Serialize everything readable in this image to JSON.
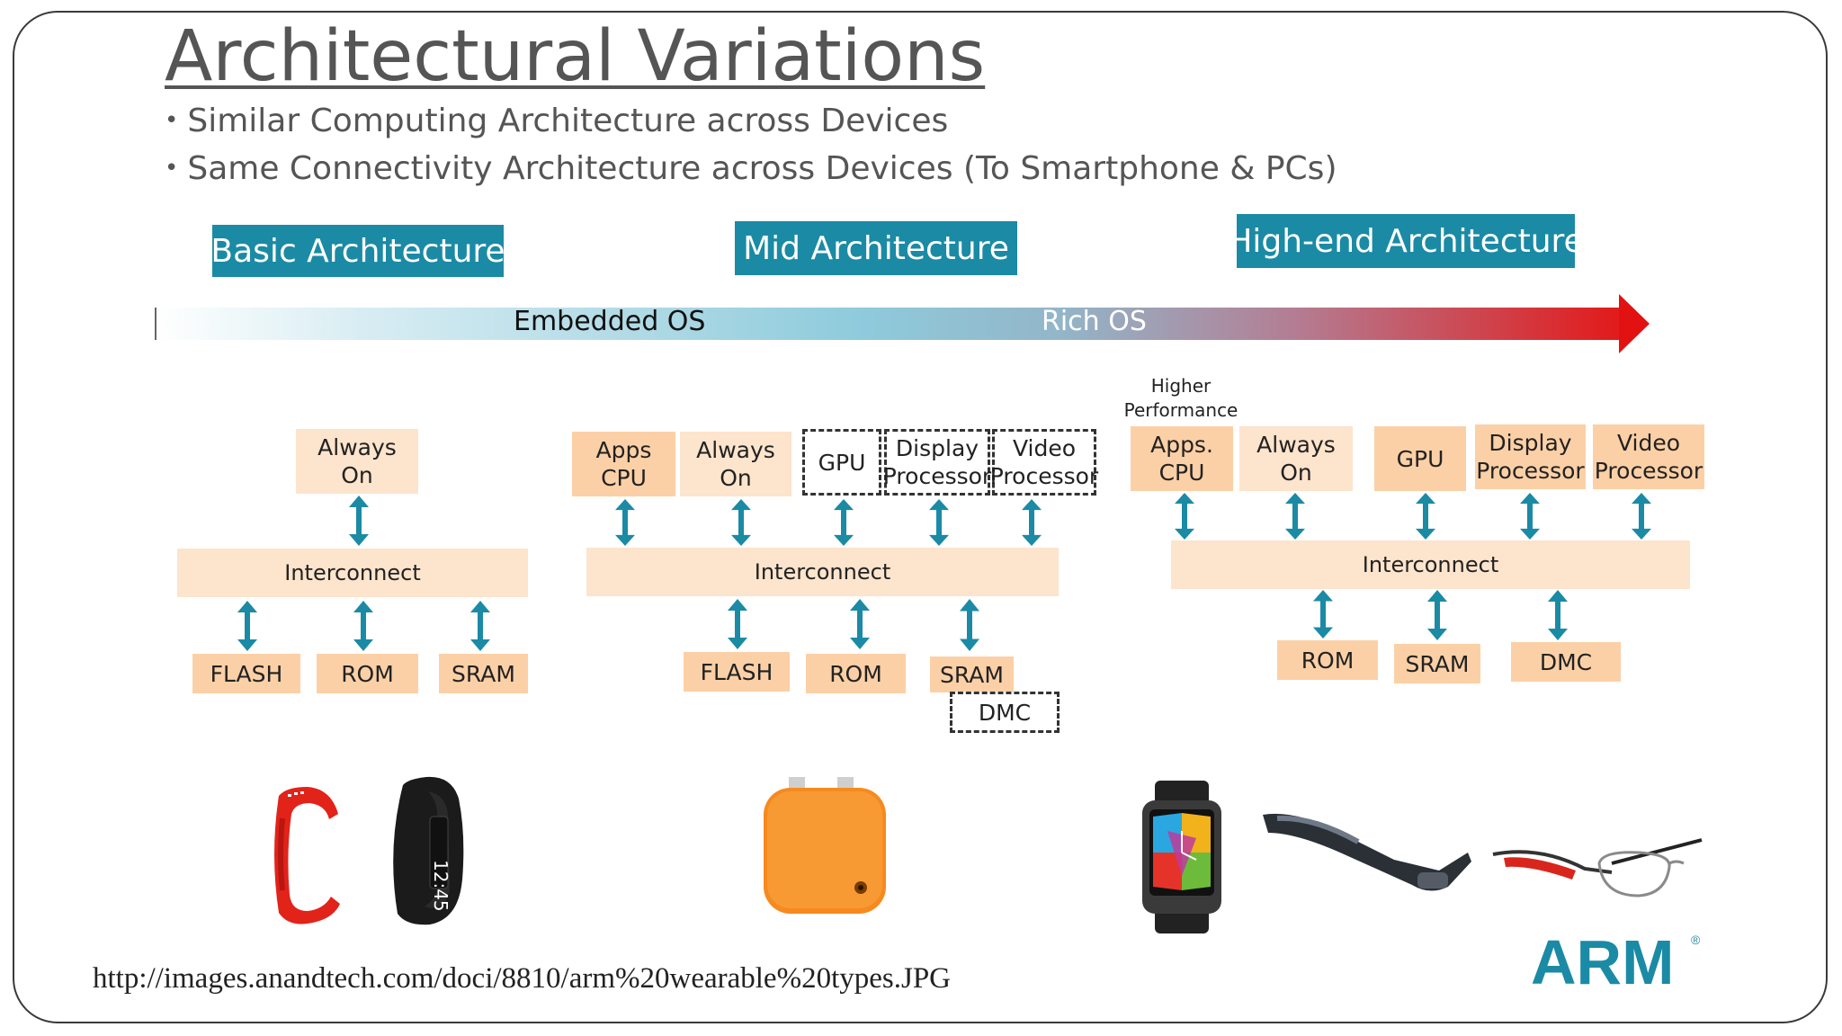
{
  "slide": {
    "title": "Architectural Variations",
    "bullets": [
      "Similar Computing Architecture across Devices",
      "Same Connectivity Architecture across Devices (To Smartphone & PCs)"
    ],
    "bullet_glyph": "•"
  },
  "banners": {
    "basic": "Basic  Architecture",
    "mid": "Mid  Architecture",
    "high": "High-end Architecture",
    "color": "#1b8aa5"
  },
  "os_spectrum": {
    "embedded": "Embedded OS",
    "rich": "Rich OS",
    "start_color": "#ffffff",
    "end_color": "#e21a1a"
  },
  "basic": {
    "always_on": [
      "Always",
      "On"
    ],
    "interconnect": "Interconnect",
    "memory": [
      "FLASH",
      "ROM",
      "SRAM"
    ]
  },
  "mid": {
    "apps_cpu": [
      "Apps",
      "CPU"
    ],
    "always_on": [
      "Always",
      "On"
    ],
    "gpu": "GPU",
    "display": [
      "Display",
      "Processor"
    ],
    "video": [
      "Video",
      "Processor"
    ],
    "interconnect": "Interconnect",
    "memory": [
      "FLASH",
      "ROM",
      "SRAM"
    ],
    "dmc": "DMC"
  },
  "high": {
    "caption": [
      "Higher",
      "Performance"
    ],
    "apps_cpu": [
      "Apps.",
      "CPU"
    ],
    "always_on": [
      "Always",
      "On"
    ],
    "gpu": "GPU",
    "display": [
      "Display",
      "Processor"
    ],
    "video": [
      "Video",
      "Processor"
    ],
    "interconnect": "Interconnect",
    "memory": [
      "ROM",
      "SRAM",
      "DMC"
    ]
  },
  "colors": {
    "block": "#fcd0a6",
    "block_light": "#fde4cc",
    "arrow": "#1b8aa5"
  },
  "devices": {
    "watch_time": "12:45"
  },
  "footer": {
    "url": "http://images.anandtech.com/doci/8810/arm%20wearable%20types.JPG",
    "logo": "ARM",
    "logo_mark": "®"
  }
}
